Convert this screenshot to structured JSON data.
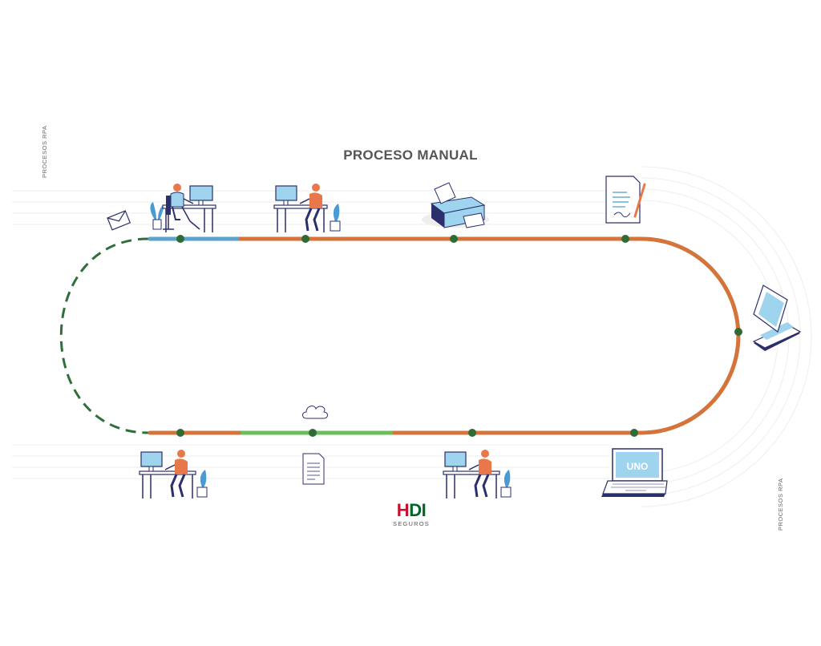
{
  "diagram": {
    "title": "PROCESO MANUAL",
    "rpa_label_left": "PROCESOS RPA",
    "rpa_label_right": "PROCESOS RPA",
    "laptop_screen_text": "UNO",
    "logo": {
      "wordmark_h": "H",
      "wordmark_rest": "DI",
      "subtitle": "SEGUROS"
    },
    "colors": {
      "track_manual": "#d4733a",
      "track_blue": "#5aa3cf",
      "track_green": "#6bbf59",
      "rpa_dashed": "#2f6f3a",
      "node": "#2f6b34",
      "figure_line": "#2b2f6b",
      "accent_blue": "#9fd4ef",
      "accent_orange": "#e8784a",
      "plant_blue": "#4a9ad4"
    },
    "icons": [
      "email-icon",
      "woman-at-desk-icon",
      "man-at-desk-icon",
      "printer-icon",
      "signed-document-icon",
      "scanner-icon",
      "laptop-icon",
      "cloud-icon",
      "document-icon"
    ]
  }
}
